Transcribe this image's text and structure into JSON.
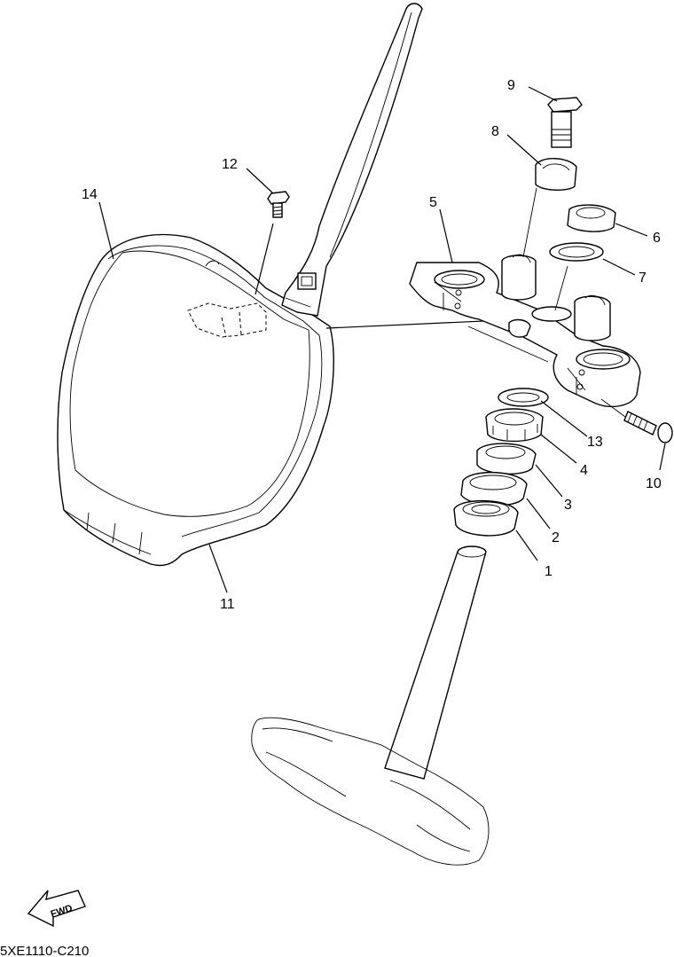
{
  "callouts": [
    {
      "id": "1",
      "text": "1"
    },
    {
      "id": "2",
      "text": "2"
    },
    {
      "id": "3",
      "text": "3"
    },
    {
      "id": "4",
      "text": "4"
    },
    {
      "id": "5",
      "text": "5"
    },
    {
      "id": "6",
      "text": "6"
    },
    {
      "id": "7",
      "text": "7"
    },
    {
      "id": "8",
      "text": "8"
    },
    {
      "id": "9",
      "text": "9"
    },
    {
      "id": "10",
      "text": "10"
    },
    {
      "id": "11",
      "text": "11"
    },
    {
      "id": "12",
      "text": "12"
    },
    {
      "id": "13",
      "text": "13"
    },
    {
      "id": "14",
      "text": "14"
    }
  ],
  "fwd_label": "FWD",
  "diagram_code": "5XE1110-C210"
}
